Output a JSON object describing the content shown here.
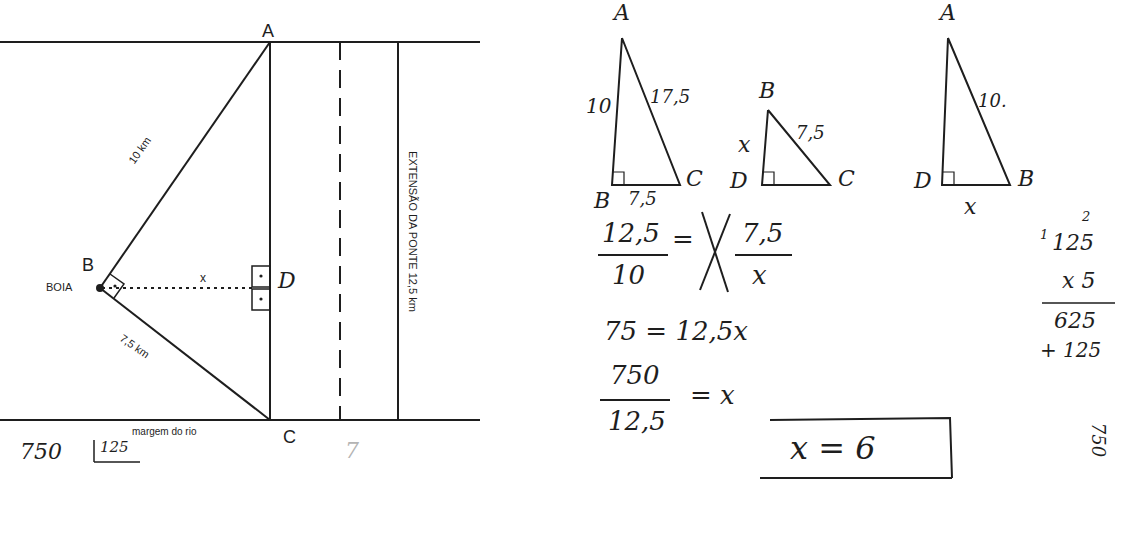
{
  "diagram": {
    "labels": [
      "A",
      "10 km",
      "B",
      "BOIA",
      "x",
      "D",
      "7,5 km",
      "C",
      "margem do rio",
      "EXTENSÃO DA PONTE 12,5 km",
      "750",
      "125",
      "7",
      "A",
      "10",
      "17,5",
      "B",
      "7,5",
      "C",
      "B",
      "x",
      "7,5",
      "D",
      "C",
      "A",
      "10.",
      "D",
      "B",
      "x",
      "12,5",
      "10",
      "=",
      "7,5",
      "x",
      "75 = 12,5x",
      "750",
      "= x",
      "12,5",
      "x = 6",
      "1",
      "2",
      "125",
      "x 5",
      "625",
      "+ 125",
      "750"
    ]
  }
}
